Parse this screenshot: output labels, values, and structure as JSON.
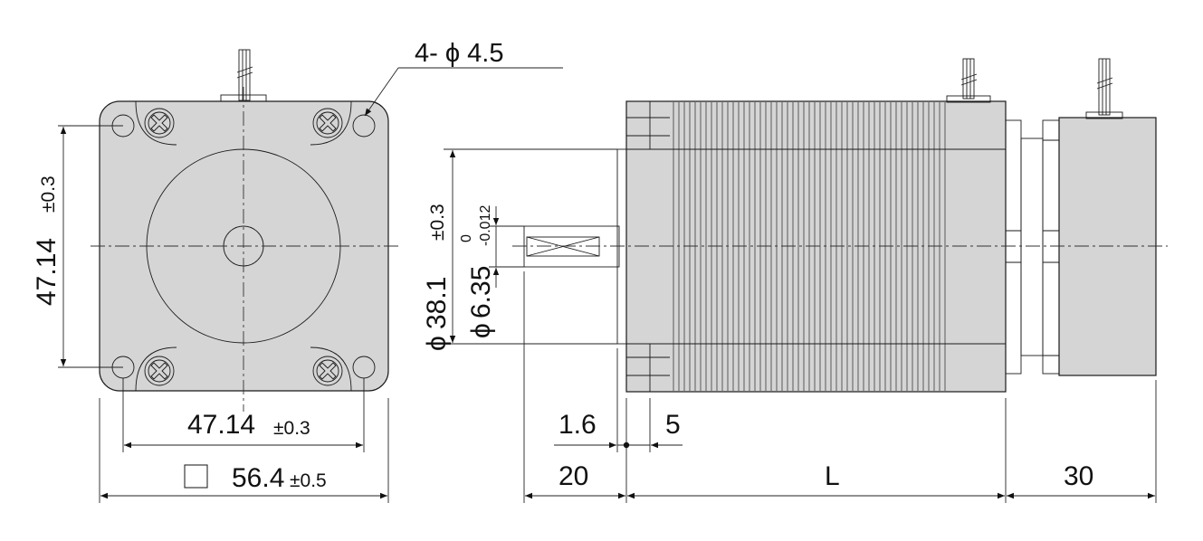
{
  "dimensions": {
    "hole_callout": "4- ϕ 4.5",
    "left_height": {
      "value": "47.14",
      "tol": "±0.3"
    },
    "left_width": {
      "value": "47.14",
      "tol": "±0.3"
    },
    "square_size": {
      "value": "56.4",
      "tol": "±0.5"
    },
    "pilot_dia": {
      "prefix": "ϕ",
      "value": "38.1",
      "tol": "±0.3"
    },
    "shaft_dia": {
      "prefix": "ϕ",
      "value": "6.35",
      "tol_upper": "0",
      "tol_lower": "-0.012"
    },
    "flange_thickness": "1.6",
    "pilot_depth": "5",
    "shaft_length": "20",
    "body_length": "L",
    "encoder_length": "30"
  },
  "colors": {
    "body_fill": "#d5d5d5",
    "line": "#1a1a1a",
    "background": "#ffffff"
  }
}
